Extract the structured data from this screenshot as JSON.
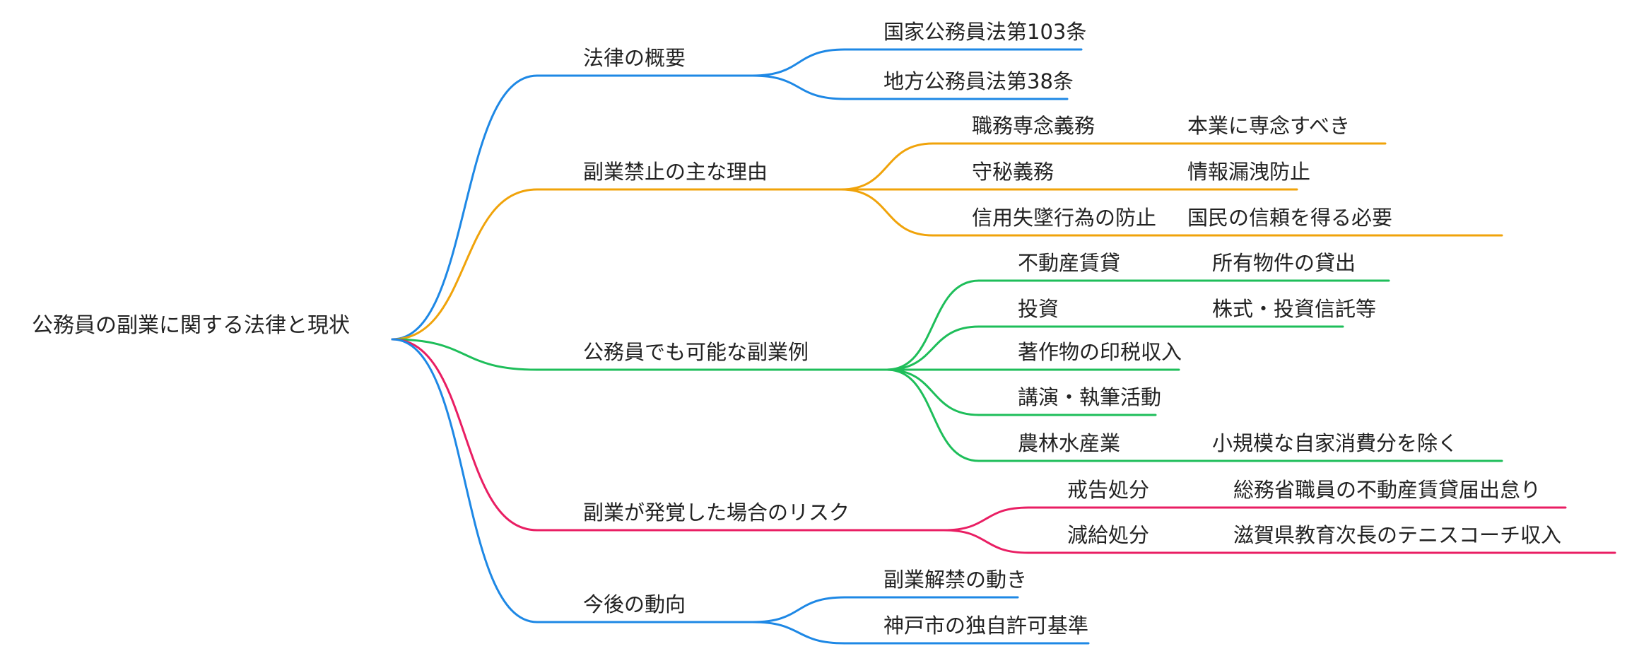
{
  "mindmap": {
    "root": "公務員の副業に関する法律と現状",
    "colors": {
      "blue": "#1e88e5",
      "orange": "#f0a30a",
      "green": "#1ebe5a",
      "pink": "#e91e63"
    },
    "branches": [
      {
        "label": "法律の概要",
        "color": "blue",
        "children": [
          {
            "label": "国家公務員法第103条"
          },
          {
            "label": "地方公務員法第38条"
          }
        ]
      },
      {
        "label": "副業禁止の主な理由",
        "color": "orange",
        "children": [
          {
            "label": "職務専念義務",
            "detail": "本業に専念すべき"
          },
          {
            "label": "守秘義務",
            "detail": "情報漏洩防止"
          },
          {
            "label": "信用失墜行為の防止",
            "detail": "国民の信頼を得る必要"
          }
        ]
      },
      {
        "label": "公務員でも可能な副業例",
        "color": "green",
        "children": [
          {
            "label": "不動産賃貸",
            "detail": "所有物件の貸出"
          },
          {
            "label": "投資",
            "detail": "株式・投資信託等"
          },
          {
            "label": "著作物の印税収入"
          },
          {
            "label": "講演・執筆活動"
          },
          {
            "label": "農林水産業",
            "detail": "小規模な自家消費分を除く"
          }
        ]
      },
      {
        "label": "副業が発覚した場合のリスク",
        "color": "pink",
        "children": [
          {
            "label": "戒告処分",
            "detail": "総務省職員の不動産賃貸届出怠り"
          },
          {
            "label": "減給処分",
            "detail": "滋賀県教育次長のテニスコーチ収入"
          }
        ]
      },
      {
        "label": "今後の動向",
        "color": "blue",
        "children": [
          {
            "label": "副業解禁の動き"
          },
          {
            "label": "神戸市の独自許可基準"
          }
        ]
      }
    ]
  }
}
